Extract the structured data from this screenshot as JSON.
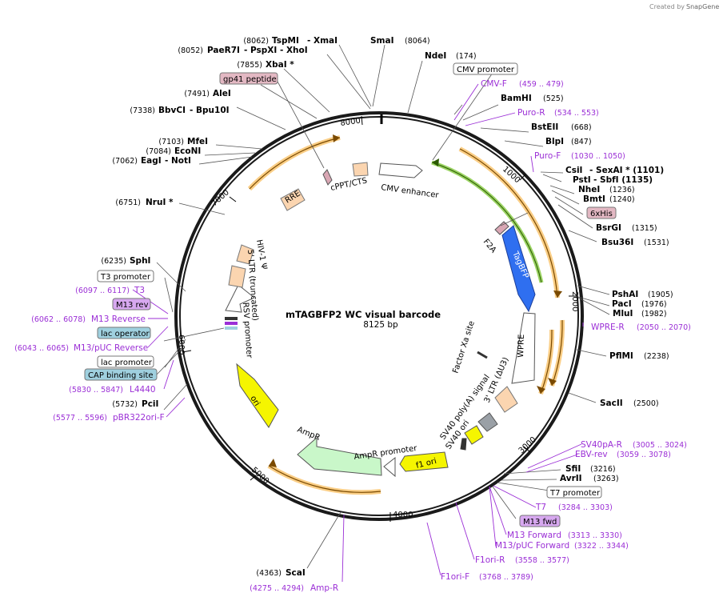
{
  "credit": {
    "created_by": "Created by",
    "brand": "SnapGene"
  },
  "plasmid": {
    "name": "mTAGBFP2 WC visual barcode",
    "size_label": "8125 bp"
  },
  "ruler": [
    "1000",
    "2000",
    "3000",
    "4000",
    "5000",
    "6000",
    "7000",
    "8000"
  ],
  "enzymes": [
    {
      "pre": "(8062)",
      "name": "TspMI",
      "suf": "- XmaI"
    },
    {
      "pre": "(8052)",
      "name": "PaeR7I",
      "suf": "- PspXI   - XhoI"
    },
    {
      "pre": "(7855)",
      "name": "XbaI *",
      "suf": ""
    },
    {
      "pre": "(7491)",
      "name": "AleI",
      "suf": ""
    },
    {
      "pre": "(7338)",
      "name": "BbvCI",
      "suf": "- Bpu10I"
    },
    {
      "pre": "(7103)",
      "name": "MfeI",
      "suf": ""
    },
    {
      "pre": "(7084)",
      "name": "EcoNI",
      "suf": ""
    },
    {
      "pre": "(7062)",
      "name": "EagI",
      "suf": "- NotI"
    },
    {
      "pre": "(6751)",
      "name": "NruI *",
      "suf": ""
    },
    {
      "pre": "(6235)",
      "name": "SphI",
      "suf": ""
    },
    {
      "pre": "(5732)",
      "name": "PciI",
      "suf": ""
    },
    {
      "pre": "(4363)",
      "name": "ScaI",
      "suf": ""
    },
    {
      "pre": "",
      "name": "SmaI",
      "suf": "(8064)"
    },
    {
      "pre": "",
      "name": "NdeI",
      "suf": "(174)"
    },
    {
      "pre": "",
      "name": "BamHI",
      "suf": "(525)"
    },
    {
      "pre": "",
      "name": "BstEII",
      "suf": "(668)"
    },
    {
      "pre": "",
      "name": "BlpI",
      "suf": "(847)"
    },
    {
      "pre": "",
      "name": "CsiI",
      "suf": "- SexAI *  (1101)"
    },
    {
      "pre": "",
      "name": "PstI",
      "suf": "- SbfI  (1135)"
    },
    {
      "pre": "",
      "name": "NheI",
      "suf": "(1236)"
    },
    {
      "pre": "",
      "name": "BmtI",
      "suf": "(1240)"
    },
    {
      "pre": "",
      "name": "BsrGI",
      "suf": "(1315)"
    },
    {
      "pre": "",
      "name": "Bsu36I",
      "suf": "(1531)"
    },
    {
      "pre": "",
      "name": "PshAI",
      "suf": "(1905)"
    },
    {
      "pre": "",
      "name": "PacI",
      "suf": "(1976)"
    },
    {
      "pre": "",
      "name": "MluI",
      "suf": "(1982)"
    },
    {
      "pre": "",
      "name": "PflMI",
      "suf": "(2238)"
    },
    {
      "pre": "",
      "name": "SacII",
      "suf": "(2500)"
    },
    {
      "pre": "",
      "name": "SfiI",
      "suf": "(3216)"
    },
    {
      "pre": "",
      "name": "AvrII",
      "suf": "(3263)"
    }
  ],
  "primers": [
    {
      "name": "CMV-F",
      "range": "(459 .. 479)"
    },
    {
      "name": "Puro-R",
      "range": "(534 .. 553)"
    },
    {
      "name": "Puro-F",
      "range": "(1030 .. 1050)"
    },
    {
      "name": "WPRE-R",
      "range": "(2050 .. 2070)"
    },
    {
      "name": "SV40pA-R",
      "range": "(3005 .. 3024)"
    },
    {
      "name": "EBV-rev",
      "range": "(3059 .. 3078)"
    },
    {
      "name": "T7",
      "range": "(3284 .. 3303)"
    },
    {
      "name": "M13 Forward",
      "range": "(3313 .. 3330)"
    },
    {
      "name": "M13/pUC Forward",
      "range": "(3322 .. 3344)"
    },
    {
      "name": "F1ori-R",
      "range": "(3558 .. 3577)"
    },
    {
      "name": "F1ori-F",
      "range": "(3768 .. 3789)"
    },
    {
      "name": "Amp-R",
      "range": "(4275 .. 4294)"
    },
    {
      "name": "pBR322ori-F",
      "range": "(5577 .. 5596)"
    },
    {
      "name": "L4440",
      "range": "(5830 .. 5847)"
    },
    {
      "name": "M13/pUC Reverse",
      "range": "(6043 .. 6065)"
    },
    {
      "name": "M13 Reverse",
      "range": "(6062 .. 6078)"
    },
    {
      "name": "T3",
      "range": "(6097 .. 6117)"
    }
  ],
  "boxed_labels": [
    {
      "text": "CMV promoter",
      "style": "white"
    },
    {
      "text": "6xHis",
      "style": "pink"
    },
    {
      "text": "T7 promoter",
      "style": "white"
    },
    {
      "text": "M13 fwd",
      "style": "purple"
    },
    {
      "text": "gp41 peptide",
      "style": "pink"
    },
    {
      "text": "T3 promoter",
      "style": "white"
    },
    {
      "text": "M13 rev",
      "style": "purple"
    },
    {
      "text": "lac operator",
      "style": "blue"
    },
    {
      "text": "lac promoter",
      "style": "white"
    },
    {
      "text": "CAP binding site",
      "style": "blue"
    }
  ],
  "features": [
    {
      "text": "CMV enhancer"
    },
    {
      "text": "F2A"
    },
    {
      "text": "TagBFP"
    },
    {
      "text": "WPRE"
    },
    {
      "text": "Factor Xa site"
    },
    {
      "text": "3' LTR (ΔU3)"
    },
    {
      "text": "SV40 poly(A) signal"
    },
    {
      "text": "SV40 ori"
    },
    {
      "text": "f1 ori"
    },
    {
      "text": "AmpR promoter"
    },
    {
      "text": "AmpR"
    },
    {
      "text": "ori"
    },
    {
      "text": "RSV promoter"
    },
    {
      "text": "5' LTR (truncated)"
    },
    {
      "text": "HIV-1 Ψ"
    },
    {
      "text": "RRE"
    },
    {
      "text": "cPPT/CTS"
    }
  ],
  "colors": {
    "backbone": "#1a1a1a",
    "orf_orange": "#f5a623",
    "green_orf": "#6fbf1f",
    "tagbfp": "#2f6ff0",
    "yellow": "#f5f500",
    "amp": "#c9f7c9",
    "peach": "#fbd5b0",
    "pink": "#d9a7b4",
    "primer": "#9b2fd6",
    "boxblue": "#9fd0df",
    "boxpurple": "#d7a8f0",
    "boxpink": "#e3b8c3"
  }
}
